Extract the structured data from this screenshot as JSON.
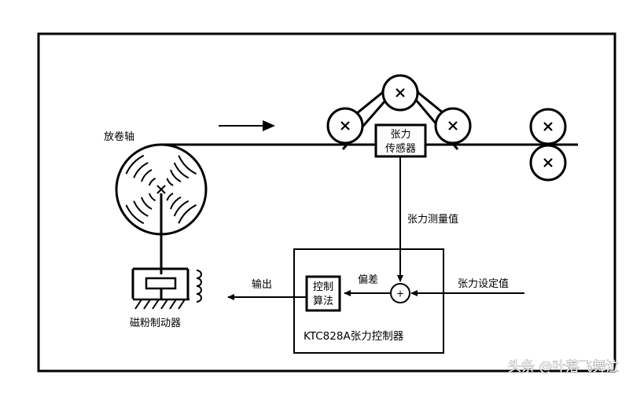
{
  "labels": {
    "unwind_shaft": "放卷轴",
    "tension_sensor_line1": "张力",
    "tension_sensor_line2": "传感器",
    "tension_measured": "张力测量值",
    "tension_setpoint": "张力设定值",
    "deviation": "偏差",
    "control_algo_line1": "控制",
    "control_algo_line2": "算法",
    "output": "输出",
    "controller": "KTC828A张力控制器",
    "brake": "磁粉制动器",
    "summing_sign": "+"
  },
  "watermark": "头条 @叶落飞舞泣",
  "icons": {
    "roller": "x-roller-icon",
    "flow_direction": "arrow-right-icon",
    "brake_coil": "coil-icon"
  }
}
